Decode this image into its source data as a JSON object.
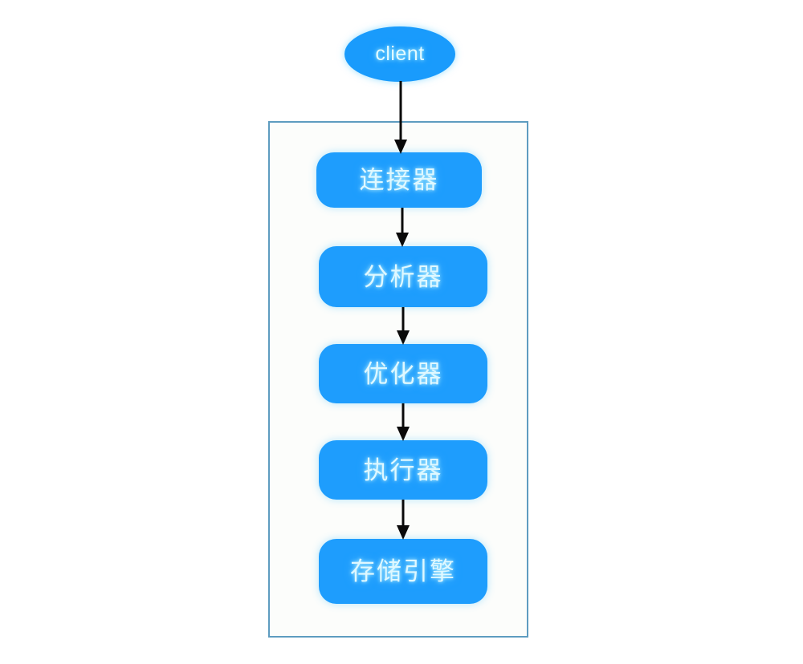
{
  "diagram": {
    "type": "flowchart",
    "orientation": "top-to-bottom",
    "title_text": "",
    "colors": {
      "node_fill": "#1E9DFD",
      "node_text": "#DFF8FF",
      "container_border": "#5E9CC0",
      "container_fill": "#FCFDFB",
      "arrow": "#0A0A0A",
      "page_background": "#FFFFFF"
    },
    "client": {
      "label": "client",
      "shape": "ellipse"
    },
    "container": {
      "label": "",
      "shape": "rectangle"
    },
    "stages": [
      {
        "id": "connector",
        "label": "连接器",
        "shape": "rounded-rect"
      },
      {
        "id": "analyzer",
        "label": "分析器",
        "shape": "rounded-rect"
      },
      {
        "id": "optimizer",
        "label": "优化器",
        "shape": "rounded-rect"
      },
      {
        "id": "executor",
        "label": "执行器",
        "shape": "rounded-rect"
      },
      {
        "id": "storage-engine",
        "label": "存储引擎",
        "shape": "rounded-rect"
      }
    ],
    "edges": [
      {
        "from": "client",
        "to": "connector",
        "label": ""
      },
      {
        "from": "connector",
        "to": "analyzer",
        "label": ""
      },
      {
        "from": "analyzer",
        "to": "optimizer",
        "label": ""
      },
      {
        "from": "optimizer",
        "to": "executor",
        "label": ""
      },
      {
        "from": "executor",
        "to": "storage-engine",
        "label": ""
      }
    ]
  }
}
